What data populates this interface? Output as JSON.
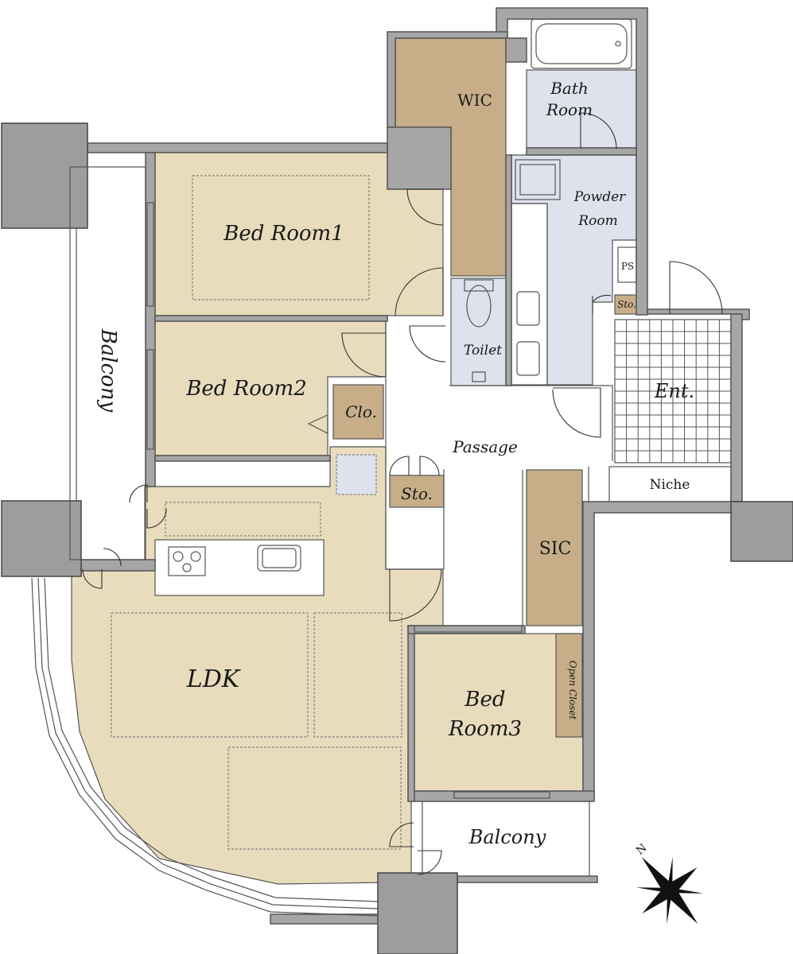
{
  "rooms": {
    "wic": "WIC",
    "bath": [
      "Bath",
      "Room"
    ],
    "powder": [
      "Powder",
      "Room"
    ],
    "ps": "PS",
    "sto_entrance": "Sto.",
    "bed1": "Bed Room1",
    "bed2": "Bed Room2",
    "clo": "Clo.",
    "toilet": "Toilet",
    "ent": "Ent.",
    "passage": "Passage",
    "sto_passage": "Sto.",
    "niche": "Niche",
    "sic": "SIC",
    "balcony_west": "Balcony",
    "ldk": "LDK",
    "bed3": [
      "Bed",
      "Room3"
    ],
    "open_closet": "Open Closet",
    "balcony_south": "Balcony"
  },
  "compass": {
    "north_label": "N"
  },
  "colors": {
    "bedroom_floor": "#e9dcbd",
    "closet_floor": "#c7ae88",
    "wet_area_floor": "#dde2ec",
    "wall": "#a6a6a6",
    "entrance_tile": "#ffffff"
  }
}
